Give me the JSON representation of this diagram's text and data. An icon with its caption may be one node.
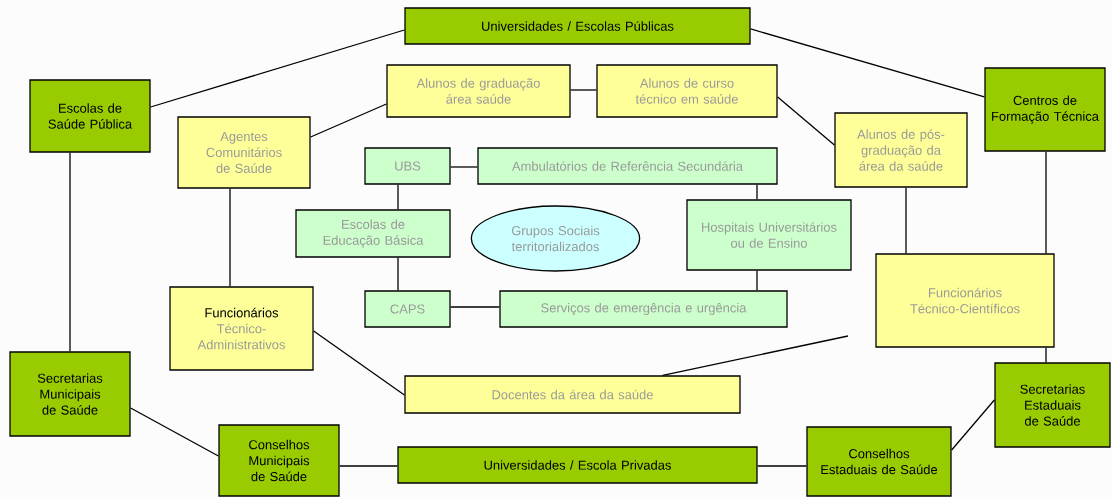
{
  "diagram": {
    "nodes": [
      {
        "text": [
          "Universidades / Escolas Públicas"
        ]
      },
      {
        "text": [
          "Escolas de Saúde Pública"
        ]
      },
      {
        "text": [
          "Alunos de graduação área saúde"
        ]
      },
      {
        "text": [
          "Alunos de curso técnico em saúde"
        ]
      },
      {
        "text": [
          "Centros de Formação Técnica"
        ]
      },
      {
        "text": [
          "Agentes Comunitários de Saúde"
        ]
      },
      {
        "text": [
          "UBS"
        ]
      },
      {
        "text": [
          "Ambulatórios de Referência Secundária"
        ]
      },
      {
        "text": [
          "Alunos de pós-graduação da área da saúde"
        ]
      },
      {
        "text": [
          "Escolas de Educação Básica"
        ]
      },
      {
        "text": [
          "Grupos Sociais territorializados"
        ]
      },
      {
        "text": [
          "Hospitais Universitários ou de Ensino"
        ]
      },
      {
        "text": [
          "Funcionários Técnico-Científicos"
        ]
      },
      {
        "text": [
          "Funcionários",
          "Técnico-Administrativos"
        ]
      },
      {
        "text": [
          "CAPS"
        ]
      },
      {
        "text": [
          "Serviços de emergência e urgência"
        ]
      },
      {
        "text": [
          "Secretarias Municipais de Saúde"
        ]
      },
      {
        "text": [
          "Docentes da área da saúde"
        ]
      },
      {
        "text": [
          "Secretarias Estaduais de Saúde"
        ]
      },
      {
        "text": [
          "Conselhos Municipais de Saúde"
        ]
      },
      {
        "text": [
          "Universidades / Escola Privadas"
        ]
      },
      {
        "text": [
          "Conselhos Estaduais de Saúde"
        ]
      }
    ],
    "edges": [
      {
        "from": 1,
        "to": 0,
        "arrow": "none"
      },
      {
        "from": 0,
        "to": 4,
        "arrow": "none"
      },
      {
        "from": 1,
        "to": 16,
        "arrow": "none"
      },
      {
        "from": 4,
        "to": 12,
        "arrow": "none"
      },
      {
        "from": 12,
        "to": 18,
        "arrow": "none"
      },
      {
        "from": 8,
        "to": 12,
        "arrow": "none"
      },
      {
        "from": 16,
        "to": 19,
        "arrow": "none"
      },
      {
        "from": 19,
        "to": 20,
        "arrow": "none"
      },
      {
        "from": 20,
        "to": 21,
        "arrow": "none"
      },
      {
        "from": 21,
        "to": 18,
        "arrow": "none"
      },
      {
        "from": 5,
        "to": 2,
        "arrow": "none"
      },
      {
        "from": 2,
        "to": 3,
        "arrow": "none"
      },
      {
        "from": 3,
        "to": 8,
        "arrow": "none"
      },
      {
        "from": 5,
        "to": 13,
        "arrow": "none"
      },
      {
        "from": 13,
        "to": 17,
        "arrow": "none"
      },
      {
        "from": 17,
        "to": null,
        "arrow": "none"
      },
      {
        "from": 6,
        "to": 7,
        "arrow": "none"
      },
      {
        "from": 6,
        "to": 9,
        "arrow": "none"
      },
      {
        "from": 9,
        "to": 14,
        "arrow": "none"
      },
      {
        "from": 14,
        "to": 15,
        "arrow": "none"
      },
      {
        "from": 7,
        "to": 11,
        "arrow": "none"
      },
      {
        "from": 11,
        "to": 15,
        "arrow": "none"
      }
    ]
  }
}
